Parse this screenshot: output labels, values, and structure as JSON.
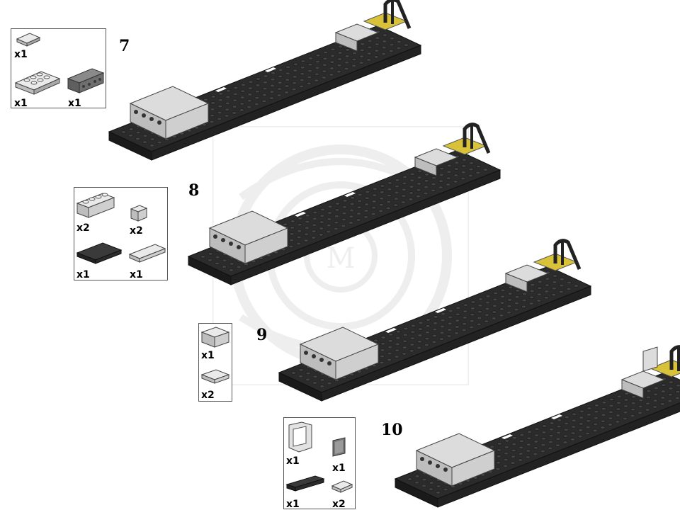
{
  "steps": [
    {
      "number": "7",
      "parts": [
        {
          "name": "light-gray-tile-1x2",
          "qty": "x1"
        },
        {
          "name": "light-gray-plate-2x4",
          "qty": "x1"
        },
        {
          "name": "dark-gray-technic-brick-1x4",
          "qty": "x1"
        }
      ]
    },
    {
      "number": "8",
      "parts": [
        {
          "name": "light-gray-brick-1x4",
          "qty": "x2"
        },
        {
          "name": "light-gray-brick-1x1",
          "qty": "x2"
        },
        {
          "name": "black-plate-2x4",
          "qty": "x1"
        },
        {
          "name": "light-gray-plate-1x4",
          "qty": "x1"
        }
      ]
    },
    {
      "number": "9",
      "parts": [
        {
          "name": "light-gray-brick-2x2",
          "qty": "x1"
        },
        {
          "name": "light-gray-plate-2x2",
          "qty": "x2"
        }
      ]
    },
    {
      "number": "10",
      "parts": [
        {
          "name": "light-gray-window-frame",
          "qty": "x1"
        },
        {
          "name": "dark-gray-glass-pane",
          "qty": "x1"
        },
        {
          "name": "black-plate-1x6",
          "qty": "x1"
        },
        {
          "name": "light-gray-plate-1x2",
          "qty": "x2"
        }
      ]
    }
  ],
  "colors": {
    "black": "#2b2b2b",
    "stud": "#3a3a3a",
    "light_gray": "#dcdcdc",
    "dark_gray": "#6e6e6e",
    "yellow": "#d8c23a"
  }
}
